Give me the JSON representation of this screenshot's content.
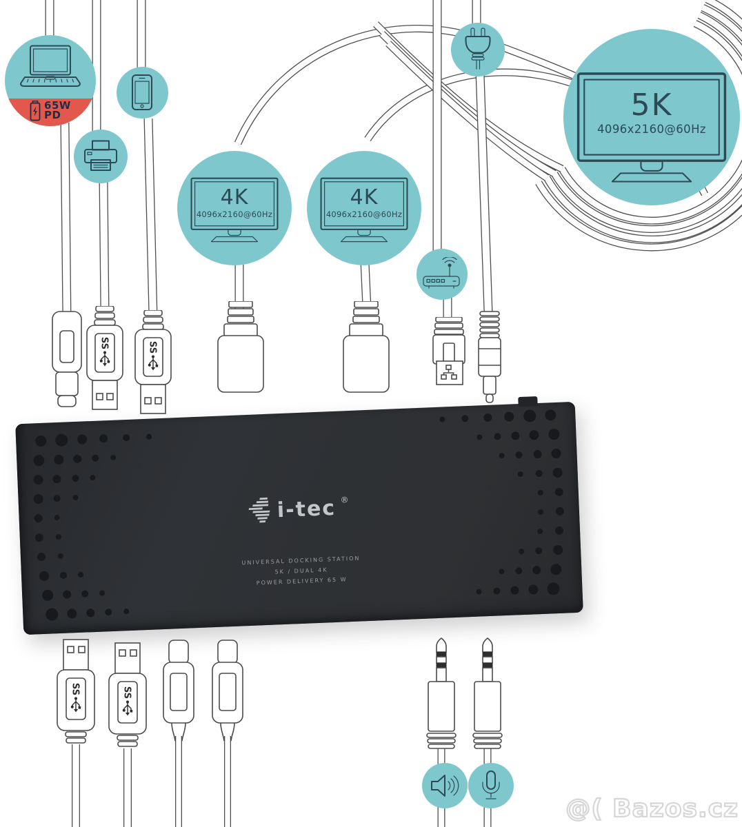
{
  "watermark": {
    "text": "@( Bazos.cz"
  },
  "colors": {
    "accent_teal": "#7ec7cd",
    "pd_red": "#e2584d",
    "dock_body": "#2c2e32",
    "cable_line": "#4e4e4e",
    "icon_stroke": "#2c4a53",
    "dock_text": "#9a9da0",
    "brand_text": "#c3c6c8",
    "watermark_gray": "#d7d7d7"
  },
  "badges": {
    "power_delivery": {
      "wattage": "65W",
      "label": "PD"
    },
    "display_4k_left": {
      "size": "4K",
      "resolution": "4096x2160@60Hz"
    },
    "display_4k_right": {
      "size": "4K",
      "resolution": "4096x2160@60Hz"
    },
    "display_5k": {
      "size": "5K",
      "resolution": "4096x2160@60Hz"
    }
  },
  "dock": {
    "brand": "i-tec",
    "registered_mark": "®",
    "label_line1": "UNIVERSAL DOCKING STATION",
    "label_line2": "5K / DUAL 4K",
    "label_line3": "POWER DELIVERY 65 W"
  },
  "connectors": {
    "usb_superspeed_label": "SS"
  }
}
